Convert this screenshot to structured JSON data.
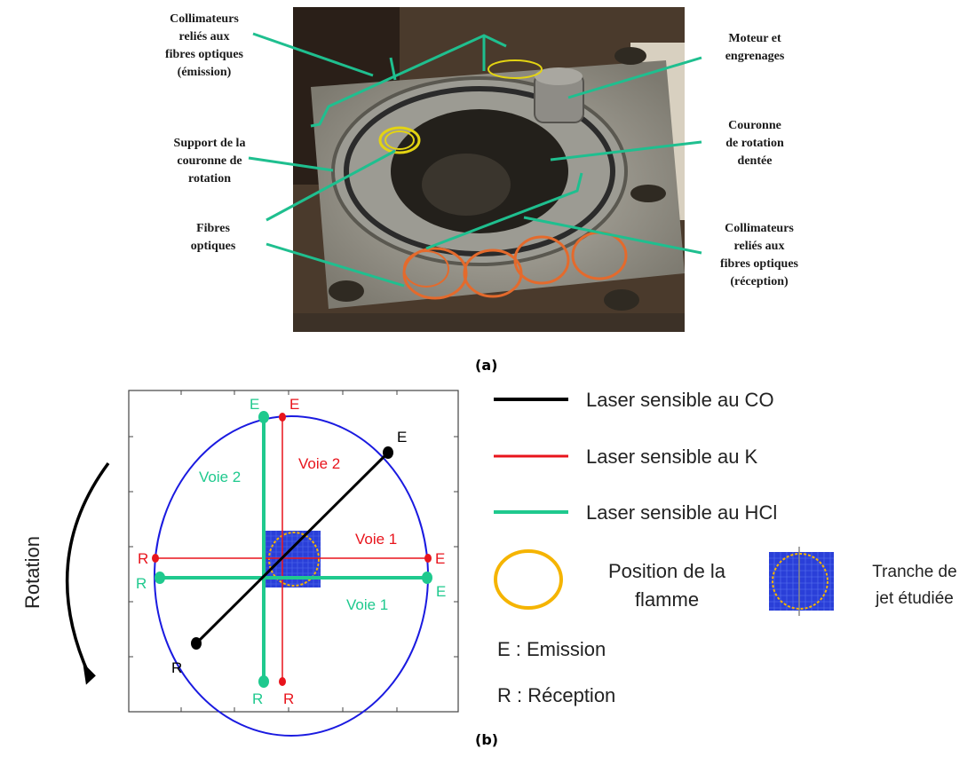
{
  "figure_a": {
    "caption": "(a)",
    "labels": {
      "collimateurs_emission": "Collimateurs\nreliés aux\nfibres optiques\n(émission)",
      "support": "Support de la\ncouronne de\nrotation",
      "fibres": "Fibres\noptiques",
      "moteur": "Moteur et\nengrenages",
      "couronne": "Couronne\nde rotation\ndentée",
      "collimateurs_reception": "Collimateurs\nreliés aux\nfibres optiques\n(réception)"
    }
  },
  "figure_b": {
    "caption": "(b)",
    "rotation_label": "Rotation",
    "markers": {
      "emission": "E",
      "reception": "R"
    },
    "voies": {
      "red_voie2": "Voie 2",
      "red_voie1": "Voie 1",
      "green_voie2": "Voie 2",
      "green_voie1": "Voie 1"
    },
    "legend": {
      "co": "Laser sensible au CO",
      "k": "Laser sensible au K",
      "hcl": "Laser sensible au HCl",
      "flamme": "Position de la\nflamme",
      "tranche": "Tranche de\njet étudiée",
      "emission": "E : Emission",
      "reception": "R : Réception"
    },
    "colors": {
      "co": "#000000",
      "k": "#e8141c",
      "hcl": "#1fc98e",
      "circle": "#1a1ae0",
      "flamme": "#f5b400",
      "tranche": "#2a3fd8"
    }
  }
}
